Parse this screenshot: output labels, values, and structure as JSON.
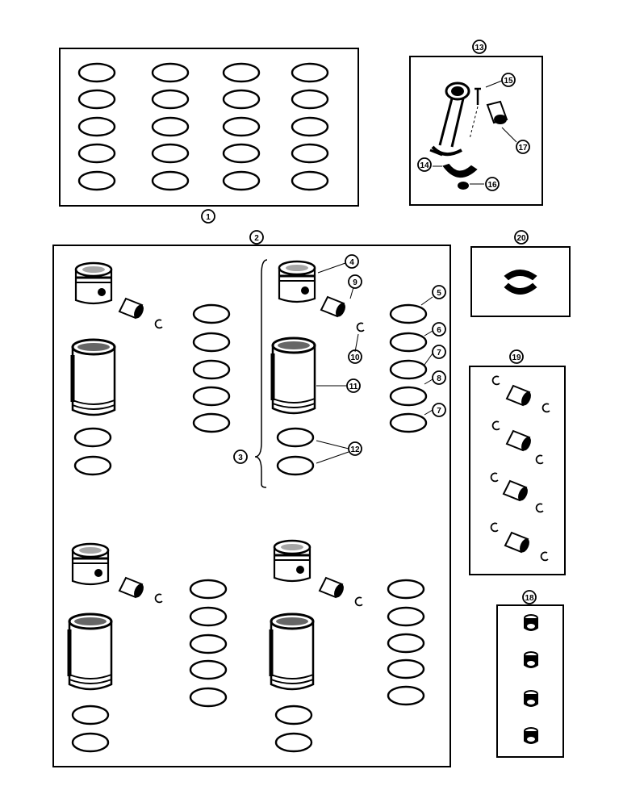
{
  "callouts": {
    "c1": "1",
    "c2": "2",
    "c3": "3",
    "c4": "4",
    "c5": "5",
    "c6": "6",
    "c7a": "7",
    "c7b": "7",
    "c8": "8",
    "c9": "9",
    "c10": "10",
    "c11": "11",
    "c12": "12",
    "c13": "13",
    "c14": "14",
    "c15": "15",
    "c16": "16",
    "c17": "17",
    "c18": "18",
    "c19": "19",
    "c20": "20"
  },
  "colors": {
    "ink": "#000000",
    "paper": "#ffffff"
  },
  "icons": [
    "piston-icon",
    "cylinder-sleeve-icon",
    "piston-pin-icon",
    "snap-ring-icon",
    "connecting-rod-icon",
    "rod-bolt-icon",
    "bushing-icon",
    "bearing-shell-icon",
    "nut-icon"
  ]
}
